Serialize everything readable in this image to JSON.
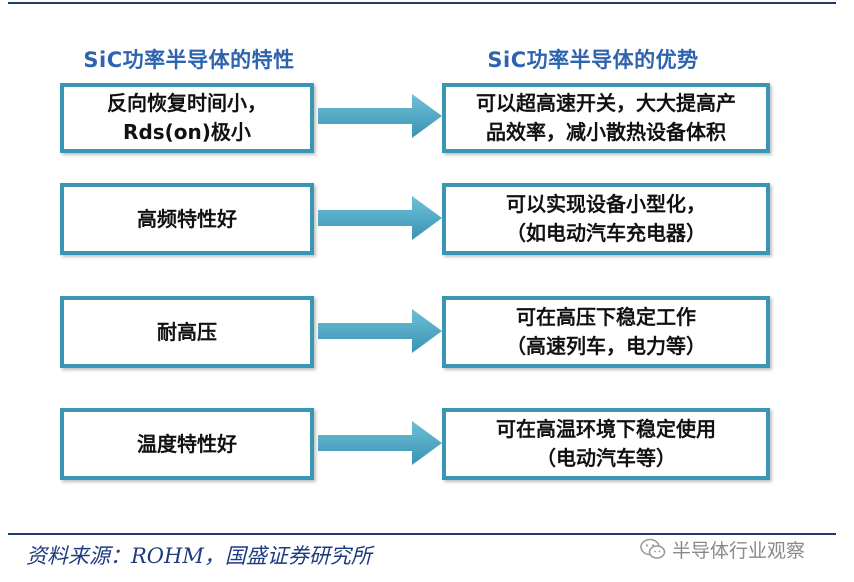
{
  "headers": {
    "left": "SiC功率半导体的特性",
    "right": "SiC功率半导体的优势"
  },
  "rows": [
    {
      "characteristic": [
        "反向恢复时间小，",
        "Rds(on)极小"
      ],
      "advantage": [
        "可以超高速开关，大大提高产",
        "品效率，减小散热设备体积"
      ]
    },
    {
      "characteristic": [
        "高频特性好"
      ],
      "advantage": [
        "可以实现设备小型化，",
        "（如电动汽车充电器）"
      ]
    },
    {
      "characteristic": [
        "耐高压"
      ],
      "advantage": [
        "可在高压下稳定工作",
        "（高速列车，电力等）"
      ]
    },
    {
      "characteristic": [
        "温度特性好"
      ],
      "advantage": [
        "可在高温环境下稳定使用",
        "（电动汽车等）"
      ]
    }
  ],
  "footer": {
    "source_prefix": "资料来源：",
    "source_brand": "ROHM",
    "source_rest": "，国盛证券研究所",
    "watermark": "半导体行业观察"
  },
  "colors": {
    "box_border": "#3a96b2",
    "arrow": "#4aa6c4",
    "header_text": "#2e63b0",
    "source_text": "#1e3b80"
  },
  "icons": {
    "arrow": "right-arrow-icon",
    "watermark": "wechat-icon"
  }
}
